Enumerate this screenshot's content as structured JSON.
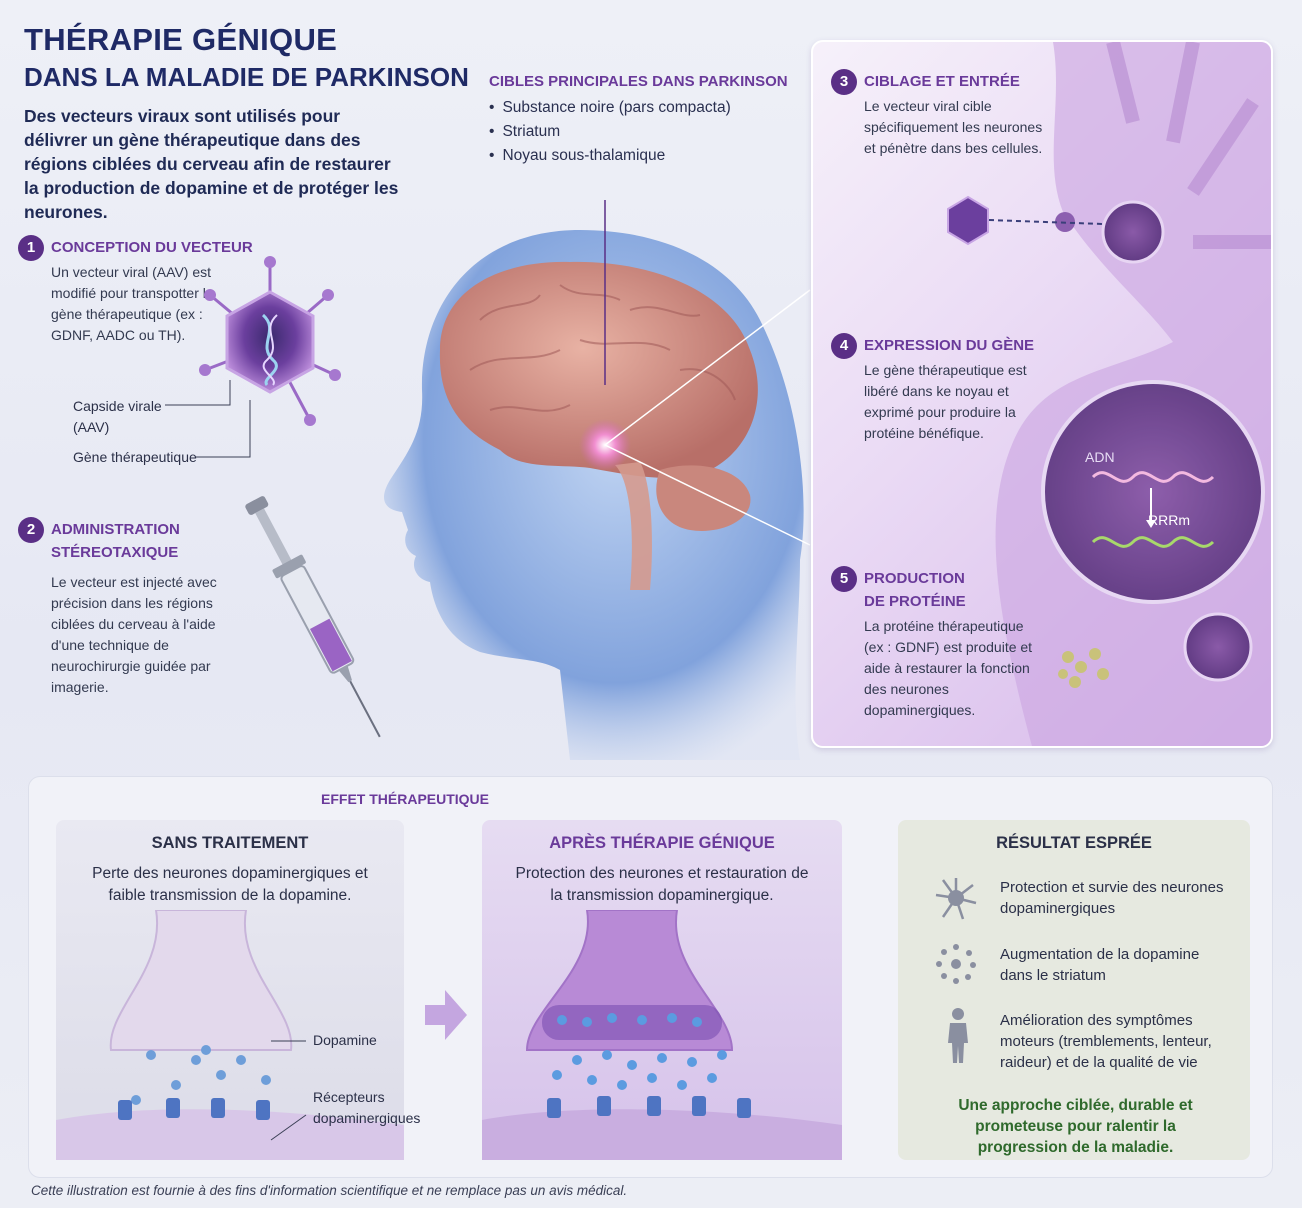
{
  "header": {
    "title_line1": "THÉRAPIE GÉNIQUE",
    "title_line2": "DANS LA MALADIE DE PARKINSON",
    "intro": "Des vecteurs viraux sont utilisés pour délivrer un gène thérapeutique dans des régions ciblées du cerveau afin de restaurer la production de dopamine et de protéger les neurones."
  },
  "targets": {
    "title": "CIBLES PRINCIPALES DANS PARKINSON",
    "items": [
      "Substance noire (pars compacta)",
      "Striatum",
      "Noyau sous-thalamique"
    ]
  },
  "steps": [
    {
      "num": "1",
      "title": "CONCEPTION DU VECTEUR",
      "text": "Un vecteur viral (AAV) est modifié pour transpotter le gène thérapeutique (ex : GDNF, AADC ou TH)."
    },
    {
      "num": "2",
      "title_line1": "ADMINISTRATION",
      "title_line2": "STÉREOTAXIQUE",
      "text": "Le vecteur est injecté avec précision dans les régions ciblées du cerveau à l'aide d'une technique de neurochirurgie guidée par imagerie."
    },
    {
      "num": "3",
      "title": "CIBLAGE ET ENTRÉE",
      "text": "Le vecteur viral cible spécifiquement les neurones et pénètre dans bes cellules."
    },
    {
      "num": "4",
      "title": "EXPRESSION DU GÈNE",
      "text": "Le gène thérapeutique est libéré dans ke noyau et exprimé pour produire la protéine bénéfique."
    },
    {
      "num": "5",
      "title_line1": "PRODUCTION",
      "title_line2": "DE PROTÉINE",
      "text": "La protéine thérapeutique (ex : GDNF) est produite et aide à restaurer la fonction des neurones dopaminergiques."
    }
  ],
  "vector_labels": {
    "capsid_line1": "Capside virale",
    "capsid_line2": "(AAV)",
    "gene": "Gène thérapeutique"
  },
  "cell_labels": {
    "adn": "ADN",
    "arn": "RRRm"
  },
  "effect": {
    "section_title": "EFFET THÉRAPEUTIQUE",
    "without": {
      "title": "SANS TRAITEMENT",
      "text": "Perte des neurones dopaminergiques et faible transmission de la dopamine.",
      "label_dopamine": "Dopamine",
      "label_receptors_line1": "Récepteurs",
      "label_receptors_line2": "dopaminergiques"
    },
    "after": {
      "title": "APRÈS THÉRAPIE GÉNIQUE",
      "text": "Protection des neurones et restauration de la transmission dopaminergique."
    },
    "result": {
      "title": "RÉSULTAT ESPRÉE",
      "items": [
        {
          "icon": "neuron-icon",
          "text": "Protection et survie des neurones dopaminergiques"
        },
        {
          "icon": "dots-icon",
          "text": "Augmentation de la dopamine dans le striatum"
        },
        {
          "icon": "person-icon",
          "text": "Amélioration des symptômes moteurs (tremblements, lenteur, raideur) et de la qualité de vie"
        }
      ],
      "conclusion": "Une approche ciblée, durable et prometeuse pour ralentir la progression de la maladie."
    }
  },
  "footer": "Cette illustration est fournie à des fins d'information scientifique et ne remplace pas un avis médical.",
  "colors": {
    "accent": "#5a2f86",
    "title": "#1f2a66",
    "conclusion": "#2f6a2c"
  }
}
